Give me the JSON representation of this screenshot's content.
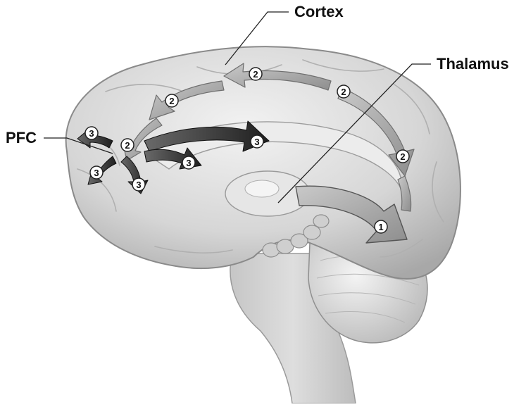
{
  "labels": {
    "cortex": "Cortex",
    "thalamus": "Thalamus",
    "pfc": "PFC"
  },
  "pathway_numbers": {
    "thalamic": "1",
    "cortical": "2",
    "prefrontal": "3"
  },
  "colors": {
    "brain_tissue": "#d9d9d9",
    "light_arrow": "#a9a9a9",
    "dark_arrow": "#3a3a3a",
    "leader_line": "#222222"
  }
}
